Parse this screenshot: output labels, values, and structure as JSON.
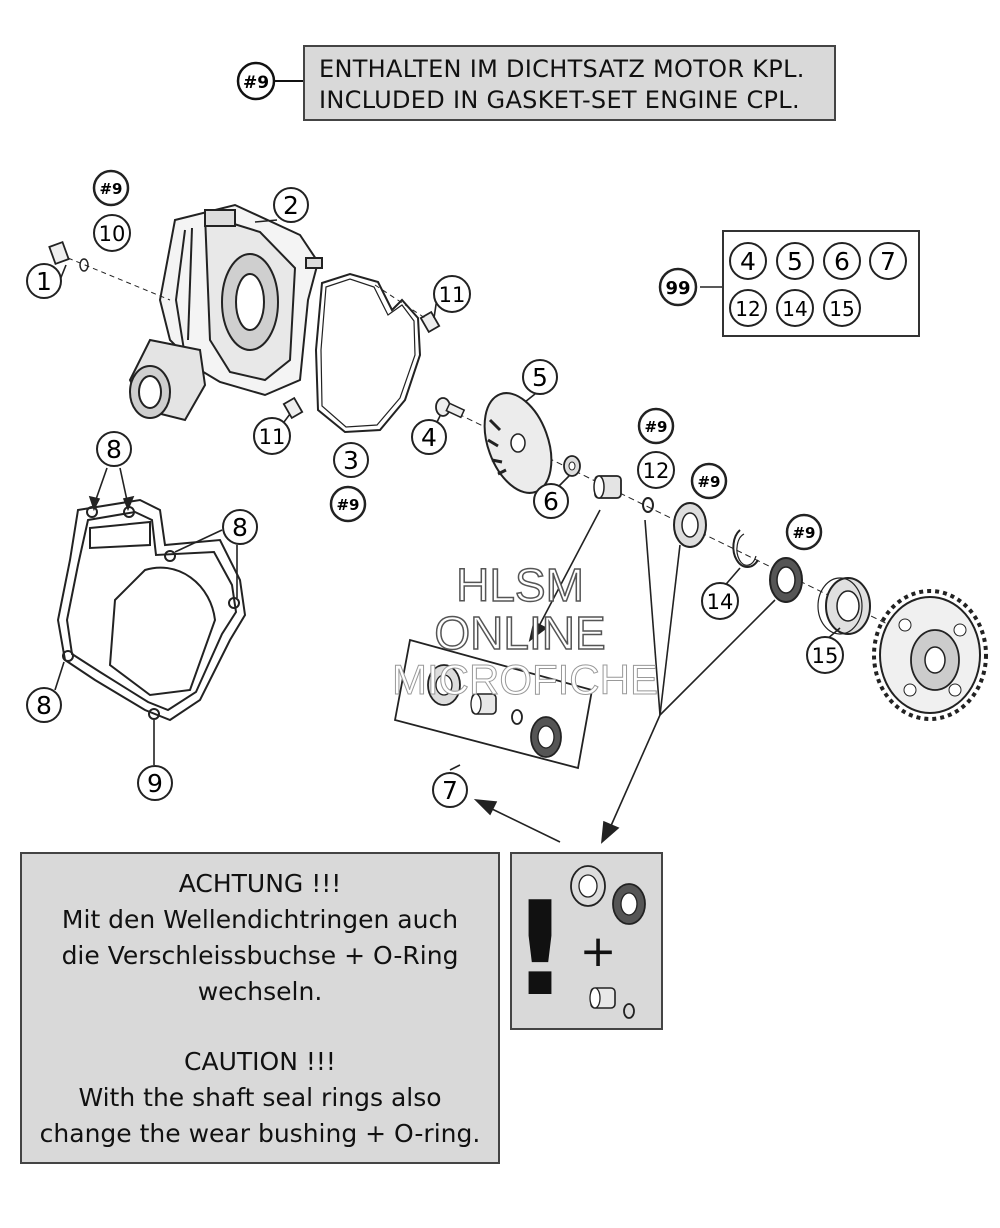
{
  "header_note": {
    "ref": "#9",
    "line1": "ENTHALTEN IM DICHTSATZ MOTOR KPL.",
    "line2": "INCLUDED IN GASKET-SET ENGINE CPL."
  },
  "set_box": {
    "ref": "99",
    "parts": [
      "4",
      "5",
      "6",
      "7",
      "12",
      "14",
      "15"
    ]
  },
  "callouts": {
    "p1": "1",
    "p2": "2",
    "p3": "3",
    "p4": "4",
    "p5": "5",
    "p6": "6",
    "p7": "7",
    "p8a": "8",
    "p8b": "8",
    "p8c": "8",
    "p9": "9",
    "p10": "10",
    "p11a": "11",
    "p11b": "11",
    "p12": "12",
    "p14": "14",
    "p15": "15"
  },
  "gasket_refs": {
    "r10": "#9",
    "r3": "#9",
    "r12": "#9",
    "r13": "#9",
    "r14": "#9"
  },
  "watermark": {
    "line1": "HLSM",
    "line2": "ONLINE",
    "line3": "MICROFICHE"
  },
  "warning": {
    "de_title": "ACHTUNG !!!",
    "de_line1": "Mit den Wellendichtringen auch",
    "de_line2": "die Verschleissbuchse + O-Ring",
    "de_line3": "wechseln.",
    "en_title": "CAUTION !!!",
    "en_line1": "With the shaft seal rings also",
    "en_line2": "change the wear bushing + O-ring."
  },
  "kit_symbols": {
    "exclaim": "!",
    "plus": "+"
  }
}
